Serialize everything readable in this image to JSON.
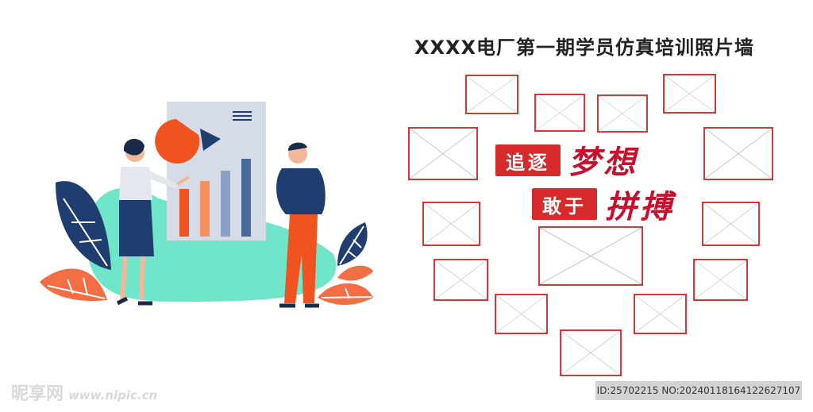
{
  "title": "XXXX电厂第一期学员仿真培训照片墙",
  "slogan": {
    "line1_box": "追逐",
    "line1_script": "梦想",
    "line2_box": "敢于",
    "line2_script": "拼搏"
  },
  "watermark": {
    "brand": "昵享网",
    "url": "www.nipic.cn",
    "id_text": "ID:25702215 NO:20240118164122627107"
  },
  "colors": {
    "frame_border": "#d23a3a",
    "slogan_red": "#d72a2a",
    "accent_orange": "#f25c2a",
    "navy": "#1f3d6e",
    "mint": "#6fe6c9"
  }
}
